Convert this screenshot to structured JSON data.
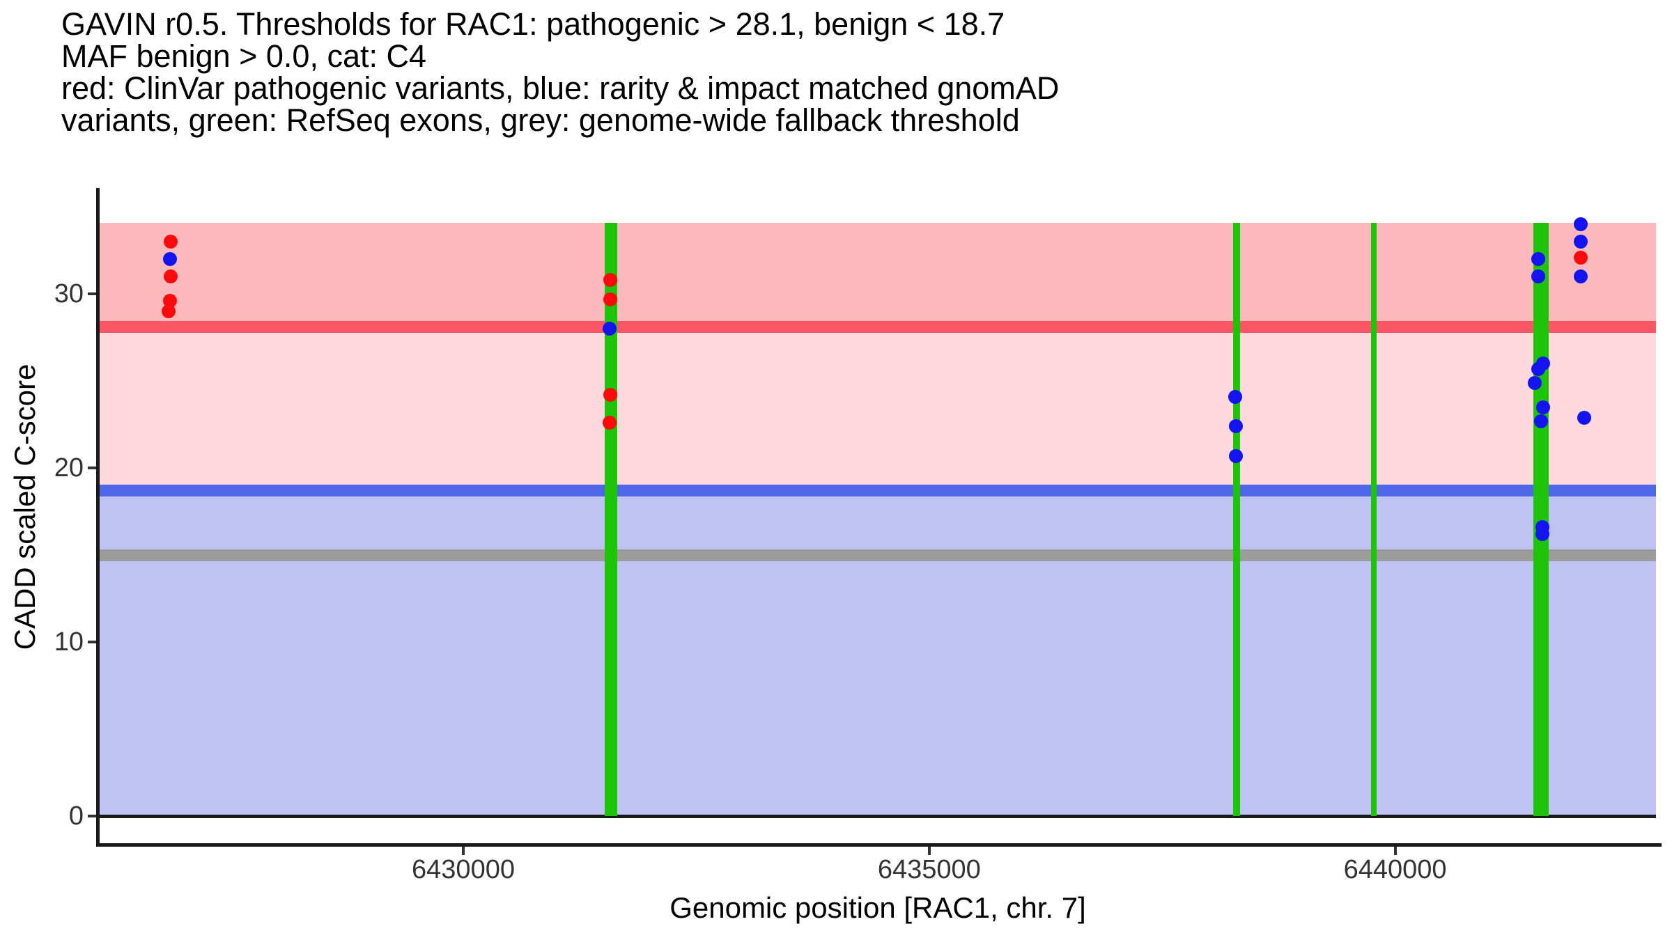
{
  "header": {
    "title_lines": [
      "GAVIN r0.5. Thresholds for RAC1: pathogenic > 28.1, benign < 18.7",
      "MAF benign > 0.0, cat: C4",
      "red: ClinVar pathogenic variants, blue: rarity & impact matched gnomAD",
      "variants, green: RefSeq exons, grey: genome-wide fallback threshold"
    ]
  },
  "chart_data": {
    "type": "scatter",
    "title": "GAVIN r0.5. Thresholds for RAC1: pathogenic > 28.1, benign < 18.7 | MAF benign > 0.0, cat: C4",
    "xlabel": "Genomic position [RAC1, chr. 7]",
    "ylabel": "CADD scaled C-score",
    "gene": "RAC1",
    "chromosome": "7",
    "gavin_version": "r0.5",
    "category": "C4",
    "x_axis": {
      "ticks": [
        6430000,
        6435000,
        6440000
      ],
      "lim": [
        6426090,
        6442800
      ],
      "grid": false
    },
    "y_axis": {
      "ticks": [
        0,
        10,
        20,
        30
      ],
      "lim": [
        0,
        34.1
      ],
      "grid": false
    },
    "thresholds": {
      "pathogenic_gt": 28.1,
      "benign_lt": 18.7,
      "genome_wide_fallback": 15.0,
      "maf_benign_gt": 0.0
    },
    "bands": [
      {
        "name": "pathogenic-zone",
        "from": 28.1,
        "to": 34.1,
        "color": "#fbb9bc"
      },
      {
        "name": "intermediate-zone",
        "from": 18.7,
        "to": 28.1,
        "color": "#fdd9dd"
      },
      {
        "name": "benign-zone",
        "from": 0,
        "to": 18.7,
        "color": "#bec3f4"
      }
    ],
    "threshold_lines": [
      {
        "name": "pathogenic-threshold",
        "value": 28.1,
        "color": "#fa5565"
      },
      {
        "name": "benign-threshold",
        "value": 18.7,
        "color": "#4d67e8"
      },
      {
        "name": "fallback-threshold",
        "value": 15.0,
        "color": "#9c9c9c"
      },
      {
        "name": "baseline",
        "value": 0.0,
        "color": "#1a1a1a"
      }
    ],
    "exons": [
      {
        "start": 6431518,
        "end": 6431652
      },
      {
        "start": 6438261,
        "end": 6438336
      },
      {
        "start": 6439742,
        "end": 6439801
      },
      {
        "start": 6441484,
        "end": 6441649
      }
    ],
    "exon_color": "#1ec40a",
    "series": [
      {
        "name": "ClinVar pathogenic variants",
        "color": "#fa0a0a",
        "points": [
          {
            "pos": 6426860,
            "score": 33.0
          },
          {
            "pos": 6426860,
            "score": 31.0
          },
          {
            "pos": 6426855,
            "score": 29.6
          },
          {
            "pos": 6426840,
            "score": 29.0
          },
          {
            "pos": 6431575,
            "score": 30.8
          },
          {
            "pos": 6431575,
            "score": 29.7
          },
          {
            "pos": 6431575,
            "score": 24.2
          },
          {
            "pos": 6431570,
            "score": 22.6
          },
          {
            "pos": 6441992,
            "score": 32.1
          }
        ]
      },
      {
        "name": "rarity & impact matched gnomAD variants",
        "color": "#1414f0",
        "points": [
          {
            "pos": 6426850,
            "score": 32.0
          },
          {
            "pos": 6431570,
            "score": 28.0
          },
          {
            "pos": 6438280,
            "score": 24.1
          },
          {
            "pos": 6438290,
            "score": 22.4
          },
          {
            "pos": 6438290,
            "score": 20.7
          },
          {
            "pos": 6441536,
            "score": 32.0
          },
          {
            "pos": 6441536,
            "score": 31.0
          },
          {
            "pos": 6441589,
            "score": 26.0
          },
          {
            "pos": 6441536,
            "score": 25.7
          },
          {
            "pos": 6441499,
            "score": 24.9
          },
          {
            "pos": 6441589,
            "score": 23.5
          },
          {
            "pos": 6441566,
            "score": 22.7
          },
          {
            "pos": 6441581,
            "score": 16.6
          },
          {
            "pos": 6441581,
            "score": 16.2
          },
          {
            "pos": 6441992,
            "score": 34.0
          },
          {
            "pos": 6441992,
            "score": 33.0
          },
          {
            "pos": 6441992,
            "score": 31.0
          },
          {
            "pos": 6442030,
            "score": 22.9
          }
        ]
      }
    ]
  }
}
